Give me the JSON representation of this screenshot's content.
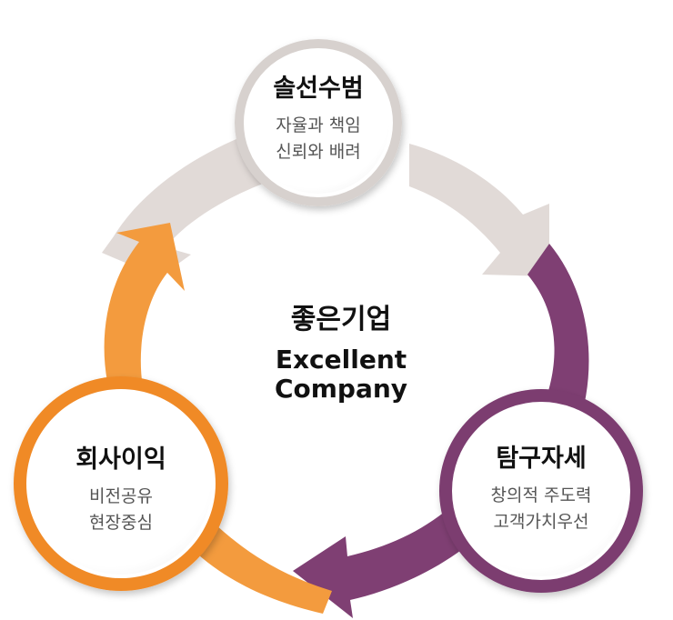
{
  "center": {
    "title": "좋은기업",
    "subtitle_line1": "Excellent",
    "subtitle_line2": "Company"
  },
  "nodes": [
    {
      "title": "솔선수범",
      "lines": [
        "자율과 책임",
        "신뢰와 배려"
      ]
    },
    {
      "title": "탐구자세",
      "lines": [
        "창의적 주도력",
        "고객가치우선"
      ]
    },
    {
      "title": "회사이익",
      "lines": [
        "비전공유",
        "현장중심"
      ]
    }
  ],
  "colors": {
    "gray_arrow": "#dfd8d5",
    "purple_arrow": "#7f3f73",
    "orange_arrow": "#f39b3e",
    "gray_ring": "#d7d1ce",
    "purple_ring": "#7b3c6f",
    "orange_ring": "#f08a28"
  }
}
